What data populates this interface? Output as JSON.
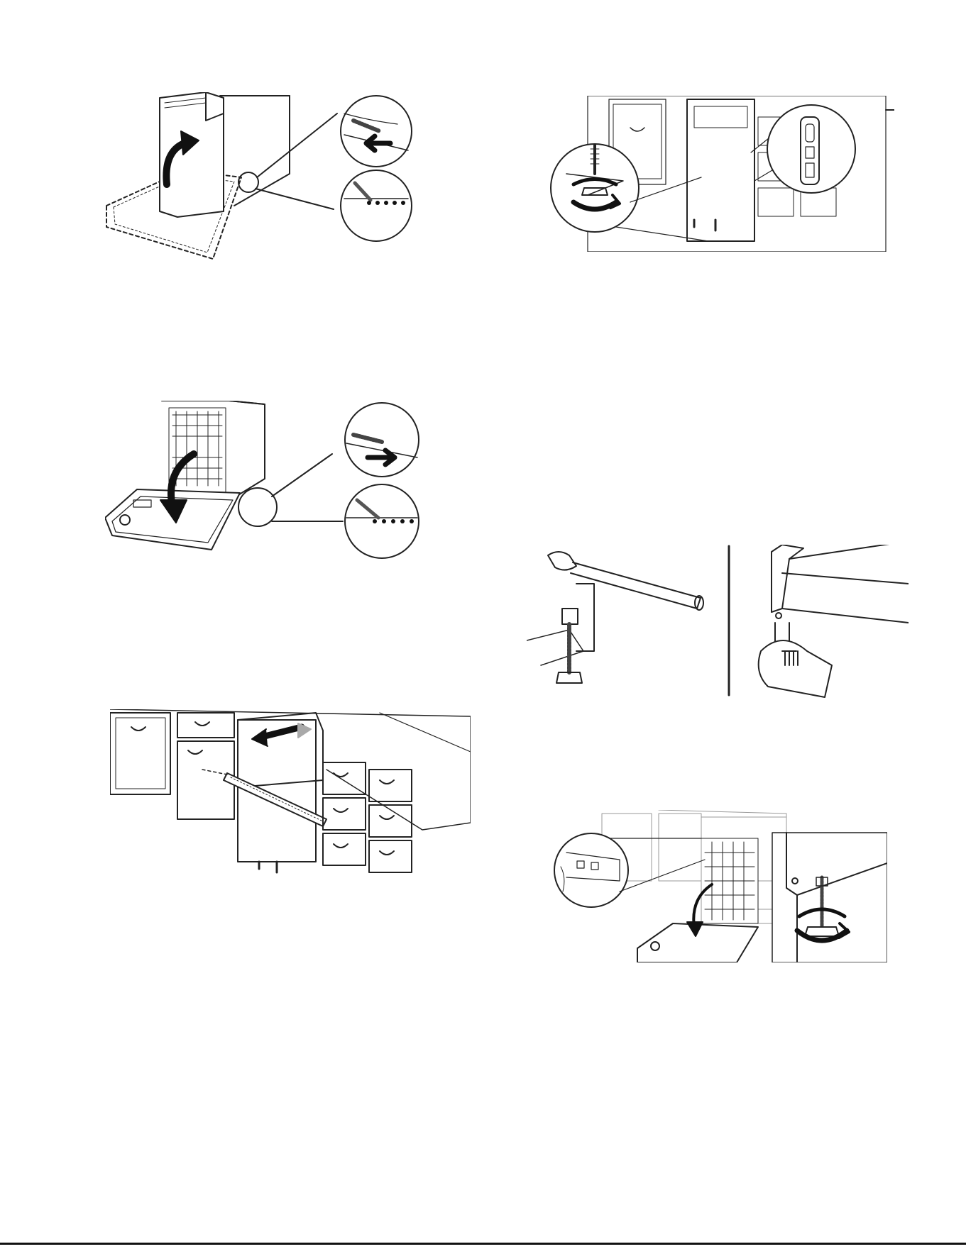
{
  "page": {
    "figures": [
      {
        "id": "fig-door-close-spring",
        "caption": ""
      },
      {
        "id": "fig-level-door-feet",
        "caption": ""
      },
      {
        "id": "fig-door-open-spring",
        "caption": ""
      },
      {
        "id": "fig-wrench-leveling",
        "caption": ""
      },
      {
        "id": "fig-measure-gap",
        "caption": ""
      },
      {
        "id": "fig-rear-leveling",
        "caption": ""
      }
    ]
  },
  "colors": {
    "line": "#222222",
    "fill": "#ffffff",
    "arrow": "#111111",
    "accent_gray": "#a9a9a9"
  },
  "icons": [
    "curved-arrow-icon",
    "rotate-arrows-icon",
    "straight-arrow-icon"
  ]
}
